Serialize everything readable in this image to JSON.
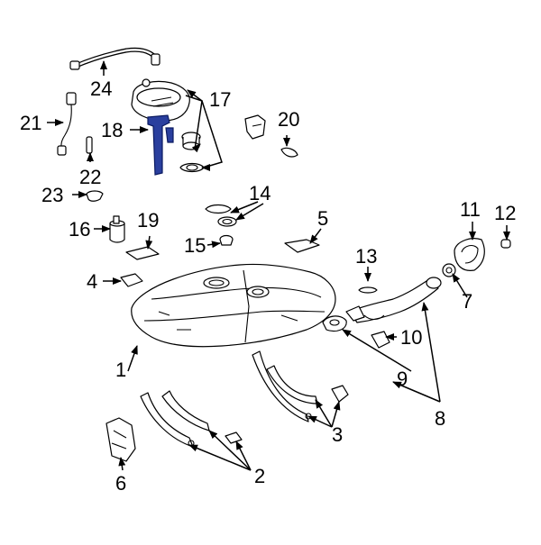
{
  "callouts": [
    {
      "id": "1",
      "label": "1"
    },
    {
      "id": "2",
      "label": "2"
    },
    {
      "id": "3",
      "label": "3"
    },
    {
      "id": "4",
      "label": "4"
    },
    {
      "id": "5",
      "label": "5"
    },
    {
      "id": "6",
      "label": "6"
    },
    {
      "id": "7",
      "label": "7"
    },
    {
      "id": "8",
      "label": "8"
    },
    {
      "id": "9",
      "label": "9"
    },
    {
      "id": "10",
      "label": "10"
    },
    {
      "id": "11",
      "label": "11"
    },
    {
      "id": "12",
      "label": "12"
    },
    {
      "id": "13",
      "label": "13"
    },
    {
      "id": "14",
      "label": "14"
    },
    {
      "id": "15",
      "label": "15"
    },
    {
      "id": "16",
      "label": "16"
    },
    {
      "id": "17",
      "label": "17"
    },
    {
      "id": "18",
      "label": "18"
    },
    {
      "id": "19",
      "label": "19"
    },
    {
      "id": "20",
      "label": "20"
    },
    {
      "id": "21",
      "label": "21"
    },
    {
      "id": "22",
      "label": "22"
    },
    {
      "id": "23",
      "label": "23"
    },
    {
      "id": "24",
      "label": "24"
    }
  ],
  "highlighted_part": "18",
  "colors": {
    "highlight": "#2a3f9e",
    "line": "#000000",
    "background": "#ffffff"
  }
}
